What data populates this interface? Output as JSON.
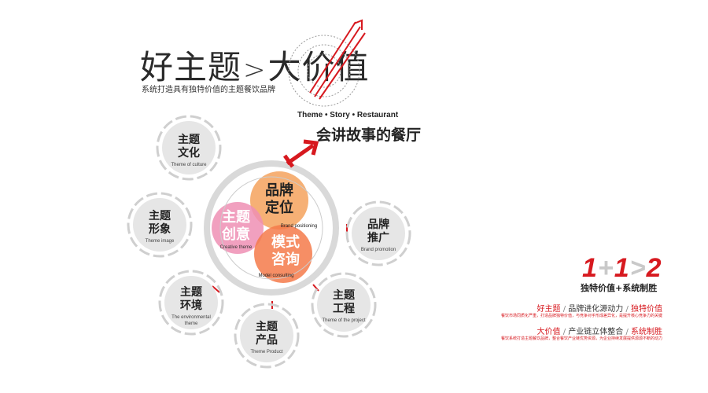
{
  "header": {
    "part1": "好主题",
    "separator": ">",
    "part2": "大价值",
    "subtitle": "系统打造具有独特价值的主题餐饮品牌"
  },
  "tagline": {
    "english": "Theme • Story • Restaurant",
    "chinese": "会讲故事的餐厅"
  },
  "center": {
    "circles": [
      {
        "cn1": "品牌",
        "cn2": "定位",
        "en": "Brand positioning",
        "color": "#f5a25d"
      },
      {
        "cn1": "主题",
        "cn2": "创意",
        "en": "Creative theme",
        "color": "#ee8fb4"
      },
      {
        "cn1": "模式",
        "cn2": "咨询",
        "en": "Model consulting",
        "color": "#f47a4a"
      }
    ]
  },
  "nodes": [
    {
      "cn1": "主题",
      "cn2": "文化",
      "en": "Theme of culture"
    },
    {
      "cn1": "主题",
      "cn2": "形象",
      "en": "Theme image"
    },
    {
      "cn1": "主题",
      "cn2": "环境",
      "en": "The environmental theme"
    },
    {
      "cn1": "主题",
      "cn2": "产品",
      "en": "Theme Product"
    },
    {
      "cn1": "主题",
      "cn2": "工程",
      "en": "Theme of the project"
    },
    {
      "cn1": "品牌",
      "cn2": "推广",
      "en": "Brand promotion"
    }
  ],
  "formula": {
    "d1": "1",
    "op1": "+",
    "d2": "1",
    "op2": ">",
    "d3": "2",
    "caption": "独特价值+系统制胜"
  },
  "right_panel": {
    "line1_red_a": "好主题",
    "line1_sep": "/",
    "line1_dark": "品牌进化源动力",
    "line1_sep2": "/",
    "line1_red_b": "独特价值",
    "line1_small": "餐饮市场同质化严重，打造品牌独特价值，与竞争对手形成差异化，是提升核心竞争力的关键",
    "line2_red_a": "大价值",
    "line2_sep": "/",
    "line2_dark": "产业链立体整合",
    "line2_sep2": "/",
    "line2_red_b": "系统制胜",
    "line2_small": "餐饮系统打造主题餐饮品牌，整合餐饮产业链优势资源，为企业持续发展提供源源不断的动力"
  },
  "colors": {
    "accent_red": "#d7191f",
    "ring_gray": "#d9d9d9",
    "node_fill": "#e6e6e6"
  }
}
